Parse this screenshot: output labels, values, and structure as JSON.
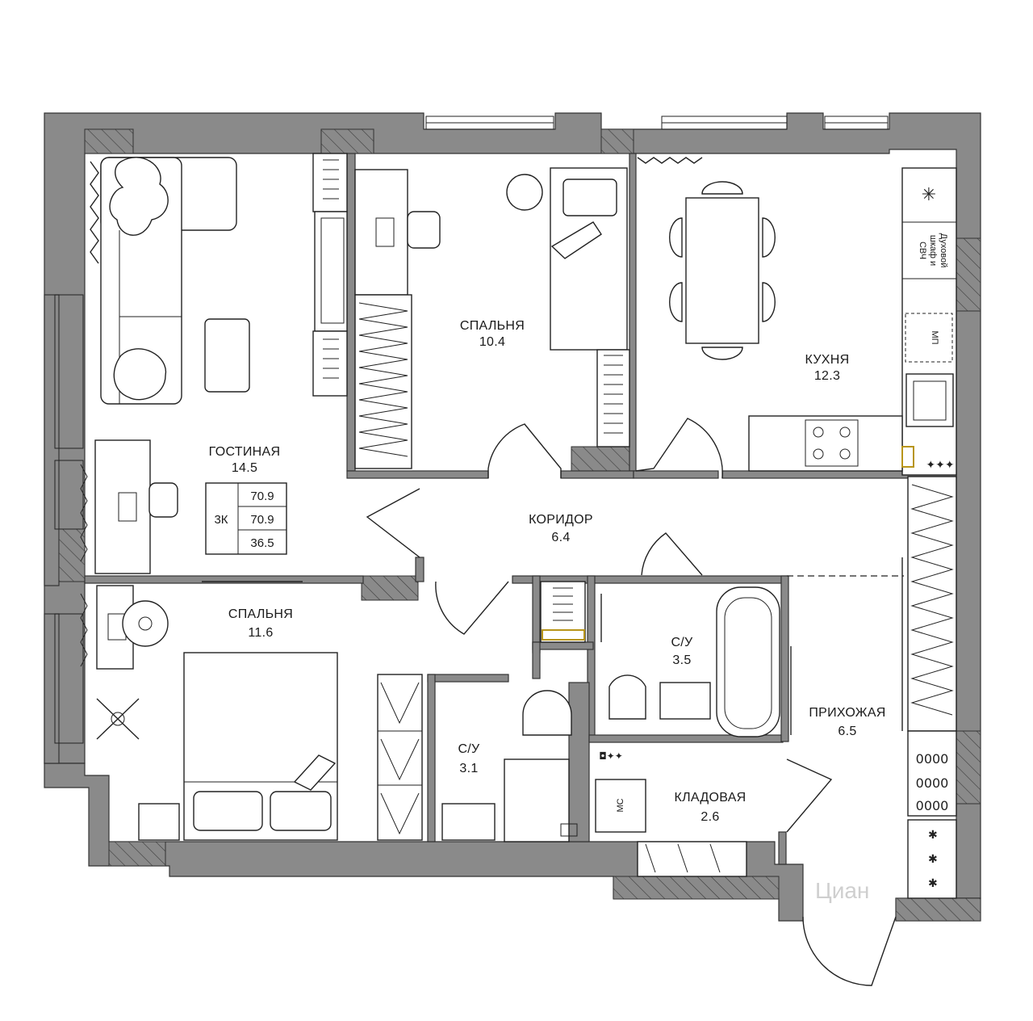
{
  "rooms": {
    "living": {
      "name": "ГОСТИНАЯ",
      "area": "14.5"
    },
    "bedroom1": {
      "name": "СПАЛЬНЯ",
      "area": "10.4"
    },
    "kitchen": {
      "name": "КУХНЯ",
      "area": "12.3"
    },
    "bedroom2": {
      "name": "СПАЛЬНЯ",
      "area": "11.6"
    },
    "corridor": {
      "name": "КОРИДОР",
      "area": "6.4"
    },
    "bath1": {
      "name": "С/У",
      "area": "3.5"
    },
    "bath2": {
      "name": "С/У",
      "area": "3.1"
    },
    "storage": {
      "name": "КЛАДОВАЯ",
      "area": "2.6"
    },
    "hallway": {
      "name": "ПРИХОЖАЯ",
      "area": "6.5"
    }
  },
  "summary": {
    "type": "3К",
    "total": "70.9",
    "total2": "70.9",
    "living": "36.5"
  },
  "appliances": {
    "oven_line1": "Духовой",
    "oven_line2": "шкаф и",
    "oven_line3": "СВЧ",
    "dishwasher": "МП",
    "washer": "МС"
  },
  "watermark": "Циан"
}
